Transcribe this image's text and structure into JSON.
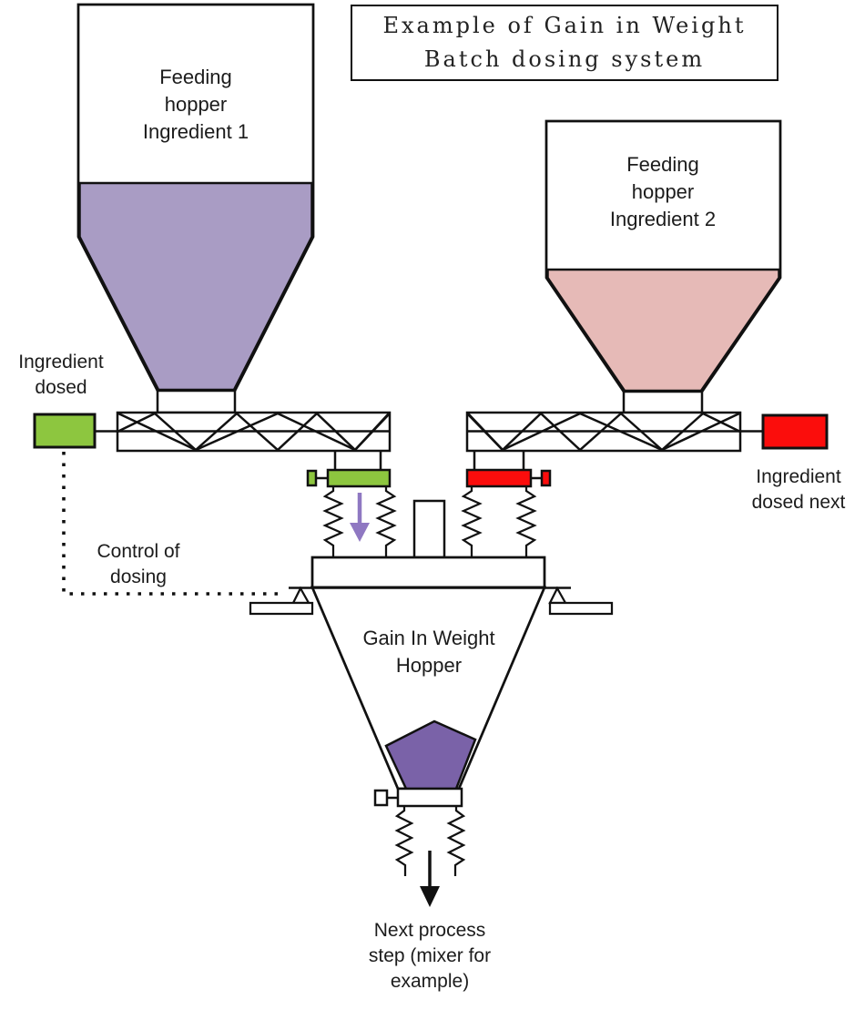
{
  "title": "Example of Gain in Weight\nBatch dosing system",
  "components": {
    "hopper1_label": "Feeding\nhopper\nIngredient 1",
    "hopper2_label": "Feeding\nhopper\nIngredient 2",
    "giw_hopper_label": "Gain In Weight\nHopper"
  },
  "annotations": {
    "ingredient_dosed": "Ingredient\ndosed",
    "control_of_dosing": "Control of\ndosing",
    "ingredient_dosed_next": "Ingredient\ndosed next",
    "next_process_step": "Next process\nstep (mixer for\nexample)"
  },
  "colors": {
    "ingredient1_fill": "#a99cc4",
    "ingredient2_fill": "#e6bab7",
    "giw_material_fill": "#7a62a8",
    "valve_active_green": "#8dc63f",
    "valve_next_red": "#fb0d0c",
    "flow_arrow_purple": "#8f78c2",
    "outline": "#111111"
  }
}
